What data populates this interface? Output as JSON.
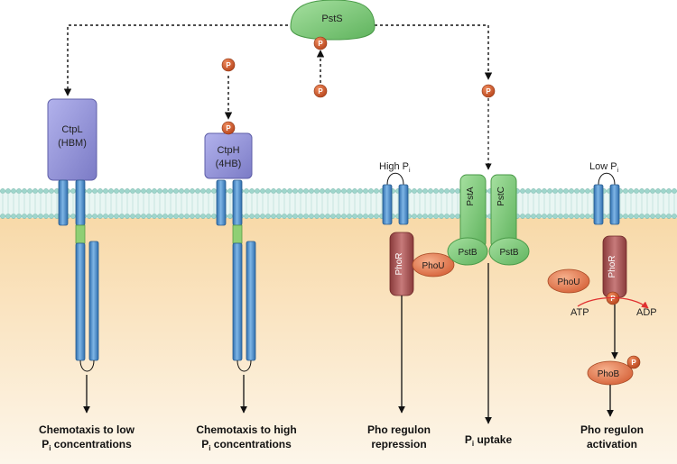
{
  "proteins": {
    "psts": "PstS",
    "ctpl": [
      "CtpL",
      "(HBM)"
    ],
    "ctph": [
      "CtpH",
      "(4HB)"
    ],
    "pstA": "PstA",
    "pstC": "PstC",
    "pstB": "PstB",
    "phoR": "PhoR",
    "phoU": "PhoU",
    "phoB": "PhoB"
  },
  "phosphate_symbol": "P",
  "conditions": {
    "high": "High P",
    "low": "Low P",
    "subscript": "i"
  },
  "reaction": {
    "atp": "ATP",
    "adp": "ADP"
  },
  "captions": {
    "chemotaxis_low": [
      "Chemotaxis to low",
      "P",
      "i",
      " concentrations"
    ],
    "chemotaxis_high": [
      "Chemotaxis to high",
      "P",
      "i",
      " concentrations"
    ],
    "pho_repression": [
      "Pho regulon",
      "repression"
    ],
    "pi_uptake": [
      "P",
      "i",
      " uptake"
    ],
    "pho_activation": [
      "Pho regulon",
      "activation"
    ]
  },
  "colors": {
    "membrane_head": "#8fd0c6",
    "cytoplasm": "#fbe7c8",
    "helix": "#4f93cf",
    "purple": "#8f8fd6",
    "green": "#7dc97a",
    "phor": "#a84f4f",
    "orange": "#e27d52",
    "phos": "#c8572b"
  }
}
